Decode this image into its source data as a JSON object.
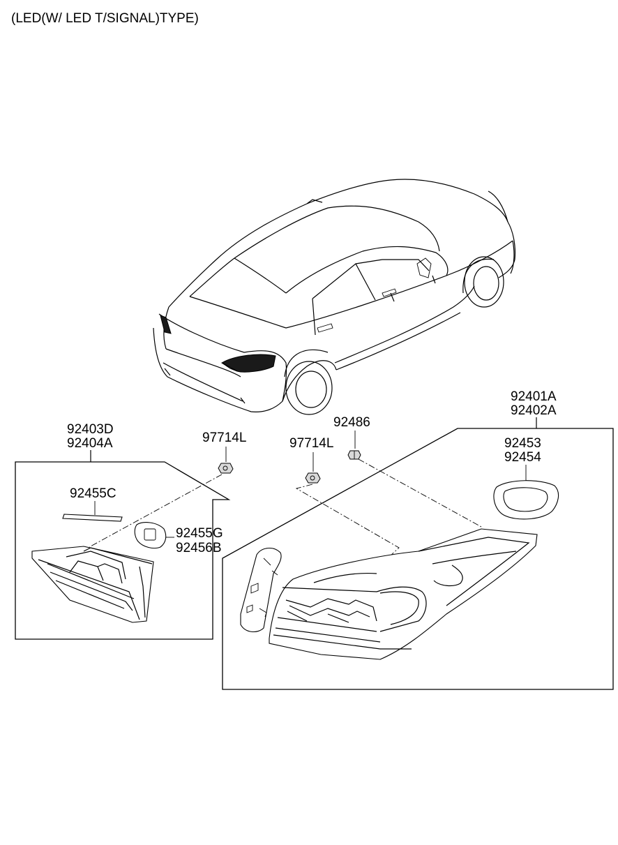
{
  "title": "(LED(W/ LED T/SIGNAL)TYPE)",
  "labels": {
    "l_92403D": "92403D",
    "l_92404A": "92404A",
    "l_92455C": "92455C",
    "l_92455G": "92455G",
    "l_92456B": "92456B",
    "l_97714L_a": "97714L",
    "l_97714L_b": "97714L",
    "l_92486": "92486",
    "l_92401A": "92401A",
    "l_92402A": "92402A",
    "l_92453": "92453",
    "l_92454": "92454"
  }
}
